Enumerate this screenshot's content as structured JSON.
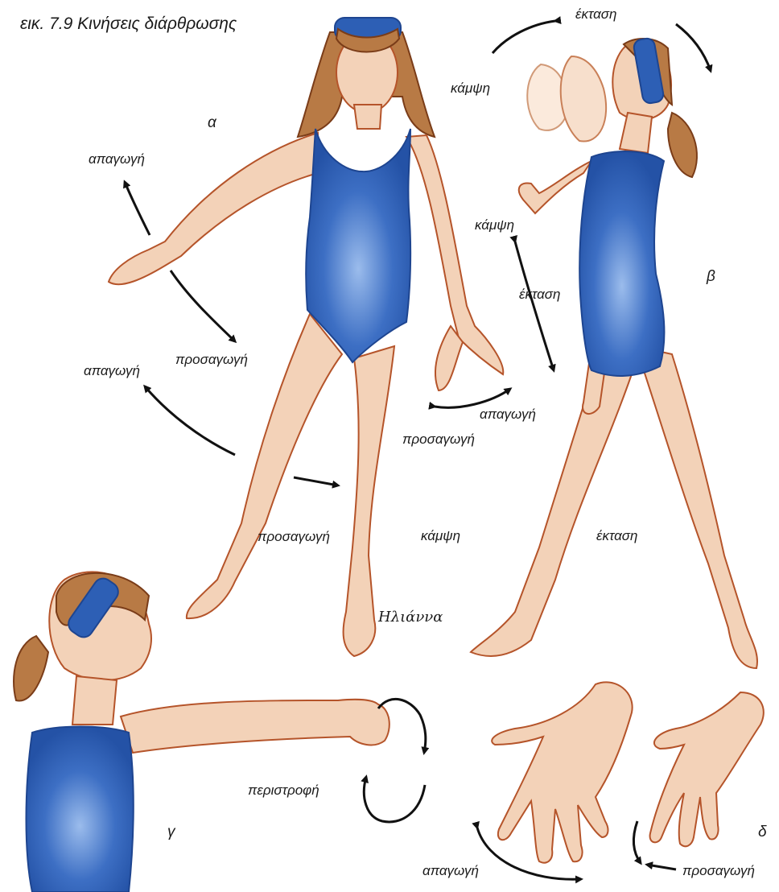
{
  "figure": {
    "caption": "εικ. 7.9 Κινήσεις διάρθρωσης",
    "signature": "Ηλιάννα",
    "colors": {
      "swimsuit": "#2d5fb5",
      "swimsuit_light": "#7fa6e0",
      "skin": "#f3d2b8",
      "skin_line": "#b5542a",
      "hair": "#b87a45",
      "hair_dark": "#7a3c18",
      "arrow": "#111111"
    },
    "panels": {
      "a": {
        "letter": "α",
        "arm_abduction": "απαγωγή",
        "arm_adduction": "προσαγωγή",
        "leg_abduction": "απαγωγή",
        "leg_adduction": "προσαγωγή",
        "wrist_abduction": "απαγωγή",
        "wrist_adduction": "προσαγωγή"
      },
      "b": {
        "letter": "β",
        "head_extension": "έκταση",
        "head_flexion": "κάμψη",
        "elbow_flexion": "κάμψη",
        "elbow_extension": "έκταση",
        "hip_flexion": "κάμψη",
        "hip_extension": "έκταση"
      },
      "c": {
        "letter": "γ",
        "rotation": "περιστροφή"
      },
      "d": {
        "letter": "δ",
        "fingers_abduction": "απαγωγή",
        "fingers_adduction": "προσαγωγή"
      }
    }
  }
}
